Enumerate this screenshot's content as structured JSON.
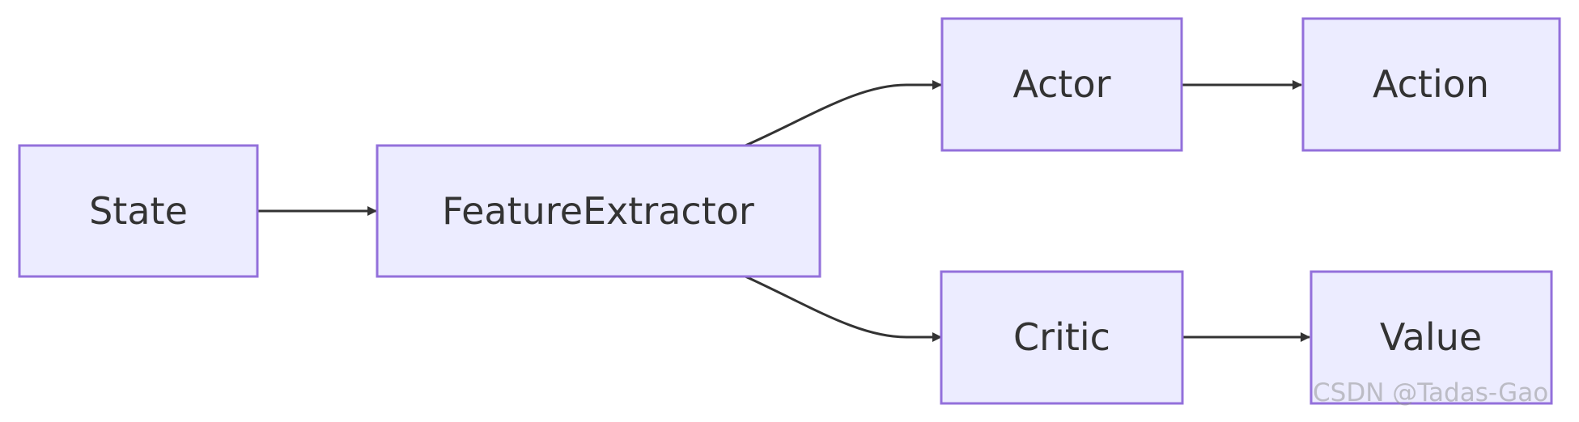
{
  "nodes": {
    "state": "State",
    "feature_extractor": "FeatureExtractor",
    "actor": "Actor",
    "action": "Action",
    "critic": "Critic",
    "value": "Value"
  },
  "edges": [
    {
      "from": "State",
      "to": "FeatureExtractor"
    },
    {
      "from": "FeatureExtractor",
      "to": "Actor"
    },
    {
      "from": "FeatureExtractor",
      "to": "Critic"
    },
    {
      "from": "Actor",
      "to": "Action"
    },
    {
      "from": "Critic",
      "to": "Value"
    }
  ],
  "colors": {
    "node_fill": "#ececff",
    "node_border": "#9370db",
    "text": "#333333",
    "edge": "#333333"
  },
  "watermark": "CSDN @Tadas-Gao"
}
